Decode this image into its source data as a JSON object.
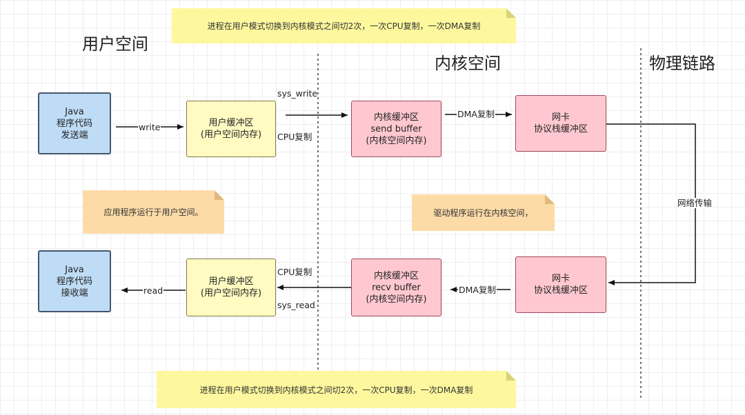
{
  "regions": {
    "user_space": "用户空间",
    "kernel_space": "内核空间",
    "physical_link": "物理链路"
  },
  "notes": {
    "top": "进程在用户模式切换到内核模式之间切2次，一次CPU复制，一次DMA复制",
    "bottom": "进程在用户模式切换到内核模式之间切2次，一次CPU复制，一次DMA复制",
    "user_app": "应用程序运行于用户空间。",
    "kernel_driver": "驱动程序运行在内核空间，"
  },
  "nodes": {
    "java_sender": "Java\n程序代码\n发送端",
    "user_buffer_send": "用户缓冲区\n(用户空间内存)",
    "kernel_send_buffer": "内核缓冲区\nsend buffer\n(内核空间内存)",
    "nic_send": "网卡\n协议栈缓冲区",
    "java_receiver": "Java\n程序代码\n接收端",
    "user_buffer_recv": "用户缓冲区\n(用户空间内存)",
    "kernel_recv_buffer": "内核缓冲区\nrecv buffer\n(内核空间内存)",
    "nic_recv": "网卡\n协议栈缓冲区"
  },
  "edge_labels": {
    "write": "write",
    "sys_write": "sys_write",
    "cpu_copy_send": "CPU复制",
    "dma_copy_send": "DMA复制",
    "network_transfer": "网络传输",
    "dma_copy_recv": "DMA复制",
    "cpu_copy_recv": "CPU复制",
    "sys_read": "sys_read",
    "read": "read"
  },
  "colors": {
    "java_box": "#bfdcf6",
    "user_buffer": "#fffbc1",
    "kernel_buffer": "#ffc8d0",
    "note_yellow": "#fdf89d",
    "note_orange": "#fddba7"
  }
}
